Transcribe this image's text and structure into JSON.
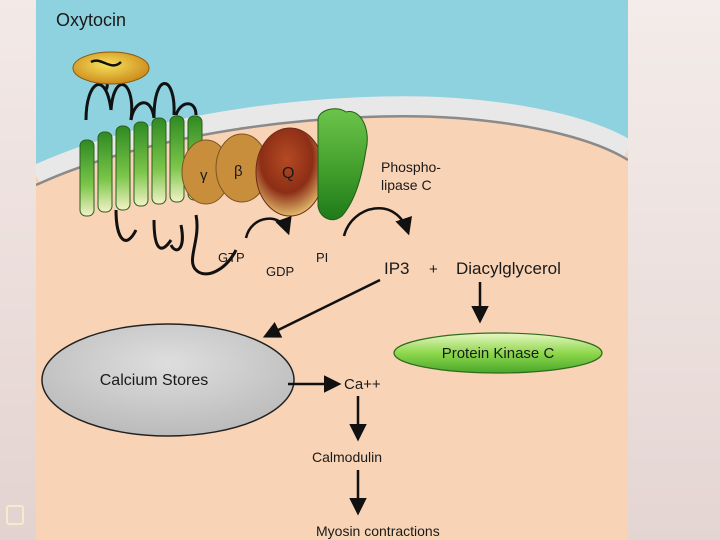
{
  "labels": {
    "oxytocin": "Oxytocin",
    "gamma": "γ",
    "beta": "β",
    "alpha": "Q",
    "plc_line1": "Phospho-",
    "plc_line2": "lipase C",
    "gtp": "GTP",
    "gdp": "GDP",
    "pi": "PI",
    "ip3": "IP3",
    "plus": "+",
    "dag": "Diacylglycerol",
    "pkc": "Protein Kinase C",
    "calcium_stores": "Calcium Stores",
    "ca": "Ca++",
    "calmodulin": "Calmodulin",
    "myosin": "Myosin contractions"
  },
  "colors": {
    "sky": "#8ed1df",
    "cytoplasm": "#f8d3b6",
    "membrane": "#d9d9d9",
    "receptor_green": "#5fb43a",
    "gprotein_brown": "#c98e3c",
    "alpha_brown": "#9c3b1c",
    "plc_green": "#4fa32d",
    "calcium_store_gray": "#c8c8c8",
    "pkc_green": "#6ccf3c"
  }
}
